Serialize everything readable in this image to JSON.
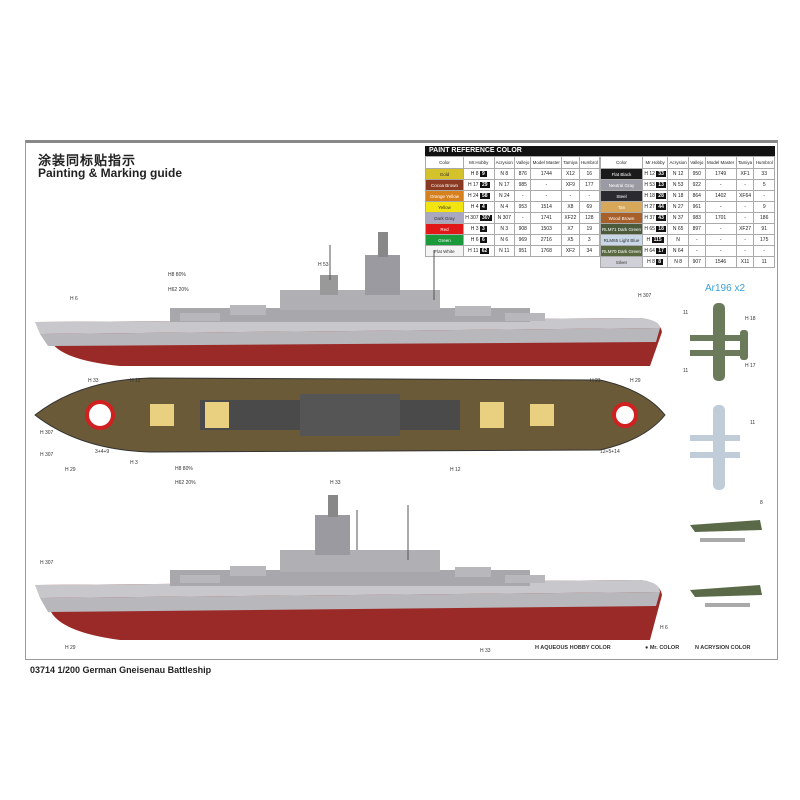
{
  "title_cn": "涂装同标贴指示",
  "title_en": "Painting & Marking guide",
  "caption": "03714 1/200 German Gneisenau Battleship",
  "paint_table": {
    "header": "PAINT  REFERENCE COLOR",
    "columns": [
      "Color",
      "Mr.Hobby",
      "Acrysion",
      "Vallejo",
      "Model Master",
      "Tamiya",
      "Humbrol"
    ],
    "left": [
      {
        "name": "Gold",
        "color": "#d4c22a",
        "h": "H 8",
        "mr": "9",
        "n": "N 8",
        "vallejo": "876",
        "mm": "1744",
        "tamiya": "X12",
        "humbrol": "16"
      },
      {
        "name": "Cocoa Brown",
        "color": "#8a3a22",
        "h": "H 17",
        "mr": "29",
        "n": "N 17",
        "vallejo": "985",
        "mm": "-",
        "tamiya": "XF9",
        "humbrol": "177"
      },
      {
        "name": "Orange Yellow",
        "color": "#d7801e",
        "h": "H 24",
        "mr": "58",
        "n": "N 24",
        "vallejo": "-",
        "mm": "-",
        "tamiya": "-",
        "humbrol": "-"
      },
      {
        "name": "Yellow",
        "color": "#f2e410",
        "h": "H 4",
        "mr": "4",
        "n": "N 4",
        "vallejo": "953",
        "mm": "1514",
        "tamiya": "X8",
        "humbrol": "69"
      },
      {
        "name": "Dark Gray",
        "color": "#a8a8c0",
        "h": "H 307",
        "mr": "307",
        "n": "N 307",
        "vallejo": "-",
        "mm": "1741",
        "tamiya": "XF22",
        "humbrol": "128"
      },
      {
        "name": "Red",
        "color": "#e01818",
        "h": "H 3",
        "mr": "3",
        "n": "N 3",
        "vallejo": "908",
        "mm": "1503",
        "tamiya": "X7",
        "humbrol": "19"
      },
      {
        "name": "Green",
        "color": "#1a9a3a",
        "h": "H 6",
        "mr": "6",
        "n": "N 6",
        "vallejo": "969",
        "mm": "2716",
        "tamiya": "X5",
        "humbrol": "3"
      },
      {
        "name": "Flat White",
        "color": "#f4f4f4",
        "h": "H 11",
        "mr": "62",
        "n": "N 11",
        "vallejo": "951",
        "mm": "1768",
        "tamiya": "XF2",
        "humbrol": "34"
      }
    ],
    "right": [
      {
        "name": "Flat Black",
        "color": "#1a1a1a",
        "h": "H 12",
        "mr": "33",
        "n": "N 12",
        "vallejo": "950",
        "mm": "1749",
        "tamiya": "XF1",
        "humbrol": "33"
      },
      {
        "name": "Neutral Gray",
        "color": "#9a9aa4",
        "h": "H 53",
        "mr": "13",
        "n": "N 53",
        "vallejo": "922",
        "mm": "-",
        "tamiya": "-",
        "humbrol": "5"
      },
      {
        "name": "Steel",
        "color": "#2a2a30",
        "h": "H 18",
        "mr": "28",
        "n": "N 18",
        "vallejo": "864",
        "mm": "1402",
        "tamiya": "XF64",
        "humbrol": "-"
      },
      {
        "name": "Tan",
        "color": "#d8a85a",
        "h": "H 27",
        "mr": "44",
        "n": "N 27",
        "vallejo": "961",
        "mm": "-",
        "tamiya": "-",
        "humbrol": "9"
      },
      {
        "name": "Wood Brown",
        "color": "#a8602a",
        "h": "H 37",
        "mr": "43",
        "n": "N 37",
        "vallejo": "983",
        "mm": "1701",
        "tamiya": "-",
        "humbrol": "186"
      },
      {
        "name": "RLM71 Dark Green",
        "color": "#4a5a3a",
        "h": "H 65",
        "mr": "18",
        "n": "N 65",
        "vallejo": "897",
        "mm": "-",
        "tamiya": "XF27",
        "humbrol": "91"
      },
      {
        "name": "RLM65 Light Blue",
        "color": "#c8d8e8",
        "h": "H",
        "mr": "115",
        "n": "N",
        "vallejo": "-",
        "mm": "-",
        "tamiya": "-",
        "humbrol": "175"
      },
      {
        "name": "RLM70 Dark Green",
        "color": "#5a6a40",
        "h": "H 64",
        "mr": "17",
        "n": "N 64",
        "vallejo": "-",
        "mm": "-",
        "tamiya": "-",
        "humbrol": "-"
      },
      {
        "name": "Silver",
        "color": "#d0d0d8",
        "h": "H 8",
        "mr": "8",
        "n": "N 8",
        "vallejo": "907",
        "mm": "1546",
        "tamiya": "X11",
        "humbrol": "11"
      }
    ]
  },
  "aircraft_label": "Ar196 x2",
  "callouts": {
    "c1a": "H8",
    "c1b": "80%",
    "c1c": "H62",
    "c1d": "20%",
    "c2": "H 53",
    "c3": "H 307",
    "c4": "H 6",
    "c5": "H 33",
    "c6": "H 12",
    "c7": "H 21",
    "c8": "H 307",
    "c9": "H 29",
    "c10": "3+4+9",
    "c11": "12+5+14",
    "c12": "H 307",
    "c13": "H 29",
    "c14": "H 3",
    "c15": "H 12",
    "c16": "H 33",
    "c17a": "H8",
    "c17b": "80%",
    "c17c": "H62",
    "c17d": "20%",
    "c18": "H 307",
    "c19": "H 29",
    "c20": "H 33",
    "c21": "H 6",
    "a1": "11",
    "a2": "H 18",
    "a3": "H 17",
    "a4": "11",
    "a5": "11",
    "a6": "8"
  },
  "legend": {
    "aqueous": "H AQUEOUS HOBBY COLOR",
    "mr": "● Mr. COLOR",
    "acrysion": "N ACRYSION COLOR"
  }
}
